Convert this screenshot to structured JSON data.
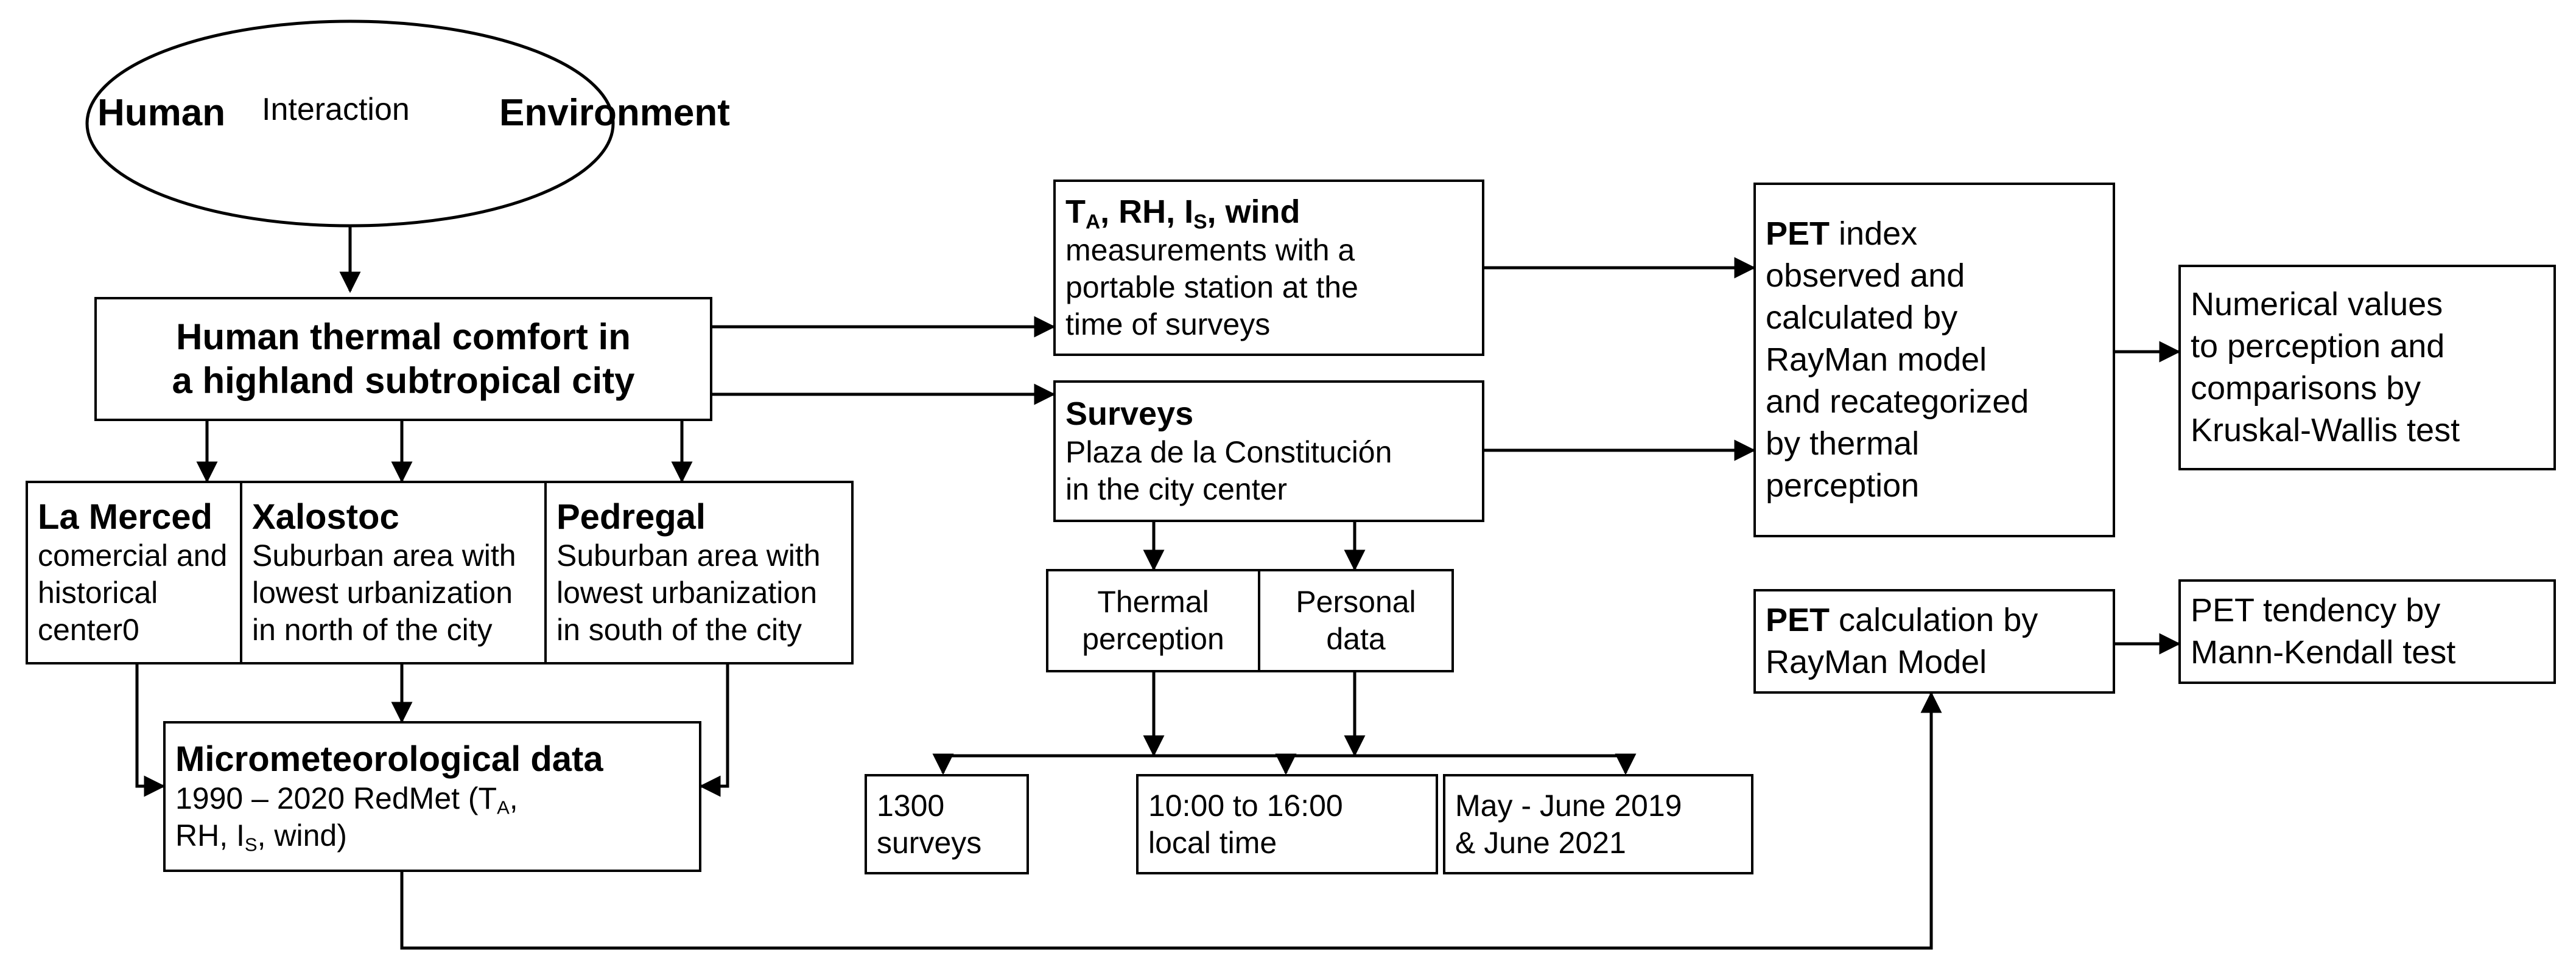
{
  "diagram": {
    "title": "Human thermal comfort research framework flowchart",
    "line_color": "#000000",
    "box_fill": "#ffffff",
    "stroke_width": 4
  },
  "ellipse": {
    "name": "human-environment-interaction-ellipse",
    "left_label": "Human",
    "center_label": "Interaction",
    "right_label": "Environment"
  },
  "boxes": {
    "main_topic": {
      "line1": "Human thermal comfort in",
      "line2": "a highland subtropical city"
    },
    "la_merced": {
      "title": "La Merced",
      "line1": "comercial and",
      "line2": "historical",
      "line3": "center0"
    },
    "xalostoc": {
      "title": "Xalostoc",
      "line1": "Suburban area with",
      "line2": "lowest urbanization",
      "line3": "in north of the city"
    },
    "pedregal": {
      "title": "Pedregal",
      "line1": "Suburban area with",
      "line2": "lowest urbanization",
      "line3": "in south of the city"
    },
    "micrometeorological": {
      "title": "Micrometeorological data",
      "line1_a": "1990 – 2020 RedMet (T",
      "line1_sub": "A",
      "line1_b": ",",
      "line2_a": "RH, I",
      "line2_sub": "S",
      "line2_b": ", wind)"
    },
    "measurements": {
      "title_a": "T",
      "title_sub1": "A",
      "title_b": ", RH, I",
      "title_sub2": "S",
      "title_c": ", wind",
      "line1": "measurements with a",
      "line2": "portable station at the",
      "line3": "time of surveys"
    },
    "surveys": {
      "title": "Surveys",
      "line1": "Plaza de la Constitución",
      "line2": "in the city center"
    },
    "thermal_perception": {
      "line1": "Thermal",
      "line2": "perception"
    },
    "personal_data": {
      "line1": "Personal",
      "line2": "data"
    },
    "survey_count": {
      "line1": "1300",
      "line2": "surveys"
    },
    "survey_time": {
      "line1": "10:00 to 16:00",
      "line2": "local time"
    },
    "survey_months": {
      "line1": "May - June 2019",
      "line2": "& June 2021"
    },
    "pet_index": {
      "title": "PET",
      "line0_rest": " index",
      "line1": "observed and",
      "line2": "calculated by",
      "line3": "RayMan model",
      "line4": "and recategorized",
      "line5": "by thermal",
      "line6": "perception"
    },
    "numerical_values": {
      "line1": "Numerical values",
      "line2": "to perception and",
      "line3": "comparisons by",
      "line4": "Kruskal-Wallis test"
    },
    "pet_calculation": {
      "title": "PET",
      "line0_rest": " calculation by",
      "line1": "RayMan Model"
    },
    "pet_tendency": {
      "line1": "PET tendency by",
      "line2": "Mann-Kendall test"
    }
  },
  "connectors": [
    {
      "name": "ellipse-to-main-topic",
      "type": "arrow-down"
    },
    {
      "name": "main-topic-to-la-merced",
      "type": "arrow-down"
    },
    {
      "name": "main-topic-to-xalostoc",
      "type": "arrow-down"
    },
    {
      "name": "main-topic-to-pedregal",
      "type": "arrow-down"
    },
    {
      "name": "main-topic-to-measurements",
      "type": "arrow-right"
    },
    {
      "name": "main-topic-to-surveys",
      "type": "arrow-right"
    },
    {
      "name": "la-merced-to-micrometeorological",
      "type": "elbow-arrow-right"
    },
    {
      "name": "xalostoc-to-micrometeorological",
      "type": "arrow-down"
    },
    {
      "name": "pedregal-to-micrometeorological",
      "type": "elbow-arrow-left"
    },
    {
      "name": "measurements-to-pet-index",
      "type": "arrow-right"
    },
    {
      "name": "surveys-to-pet-index",
      "type": "arrow-right"
    },
    {
      "name": "surveys-to-thermal-perception",
      "type": "arrow-down"
    },
    {
      "name": "surveys-to-personal-data",
      "type": "arrow-down"
    },
    {
      "name": "thermal-perception-to-bus",
      "type": "arrow-down"
    },
    {
      "name": "personal-data-to-bus",
      "type": "arrow-down"
    },
    {
      "name": "bus-to-survey-count",
      "type": "elbow-arrow-down"
    },
    {
      "name": "bus-to-survey-time",
      "type": "arrow-down"
    },
    {
      "name": "bus-to-survey-months",
      "type": "elbow-arrow-down"
    },
    {
      "name": "pet-index-to-numerical-values",
      "type": "arrow-right"
    },
    {
      "name": "pet-calculation-to-pet-tendency",
      "type": "arrow-right"
    },
    {
      "name": "micrometeorological-to-pet-calculation",
      "type": "elbow-arrow-up"
    }
  ]
}
